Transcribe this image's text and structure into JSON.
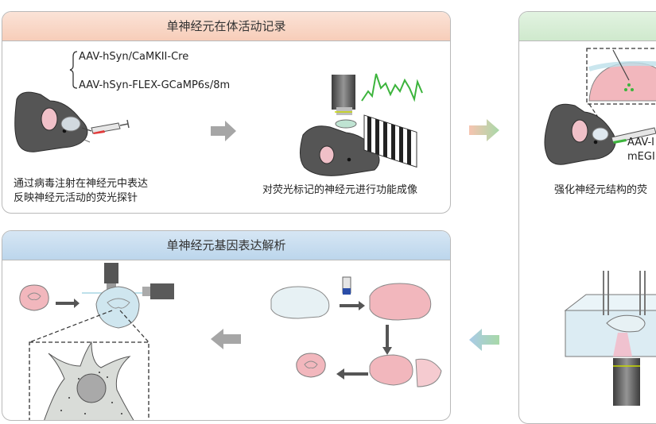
{
  "panel1": {
    "title": "单神经元在体活动记录",
    "virus_line1": "AAV-hSyn/CaMKII-Cre",
    "virus_line2": "AAV-hSyn-FLEX-GCaMP6s/8m",
    "caption_left_line1": "通过病毒注射在神经元中表达",
    "caption_left_line2": "反映神经元活动的荧光探针",
    "caption_right": "对荧光标记的神经元进行功能成像"
  },
  "panel2": {
    "title": "单神经元基因表达解析"
  },
  "panel3": {
    "title": "",
    "virus_line1": "AAV-I",
    "virus_line2": "mEGI",
    "caption": "强化神经元结构的荧"
  },
  "colors": {
    "header_pink": "#f7cdb9",
    "header_green": "#cfe9cd",
    "header_blue": "#bcd6ec",
    "brain_pink": "#f2b7bd",
    "fluor_green": "#3cb43c"
  }
}
